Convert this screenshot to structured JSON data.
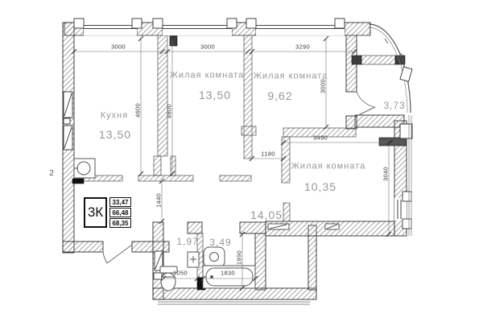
{
  "plan": {
    "stamp": {
      "type": "3К",
      "values": [
        "33,47",
        "66,48",
        "68,35"
      ]
    },
    "rooms": {
      "kitchen": {
        "name": "Кухня",
        "area": "13,50"
      },
      "living1": {
        "name": "Жилая комната",
        "area": "13,50"
      },
      "living2": {
        "name": "Жилая комната",
        "area": "9,62"
      },
      "living3": {
        "name": "Жилая комната",
        "area": "10,35"
      },
      "hall": {
        "area": "14,05"
      },
      "wc": {
        "area": "1,97"
      },
      "bathroom": {
        "area": "3,49"
      },
      "balcony": {
        "area": "3,73"
      }
    },
    "dimensions": {
      "kitchen_width": "3000",
      "living1_width": "3000",
      "living2_width": "3290",
      "kitchen_height": "4600",
      "living1_height": "4600",
      "living2_height": "3000",
      "living3_width": "3490",
      "opening_width": "1180",
      "living3_height": "3040",
      "hall_length": "1440",
      "bathroom_height": "1990",
      "wc_width": "1050",
      "bath_width": "1830"
    },
    "axis_label": "2"
  }
}
